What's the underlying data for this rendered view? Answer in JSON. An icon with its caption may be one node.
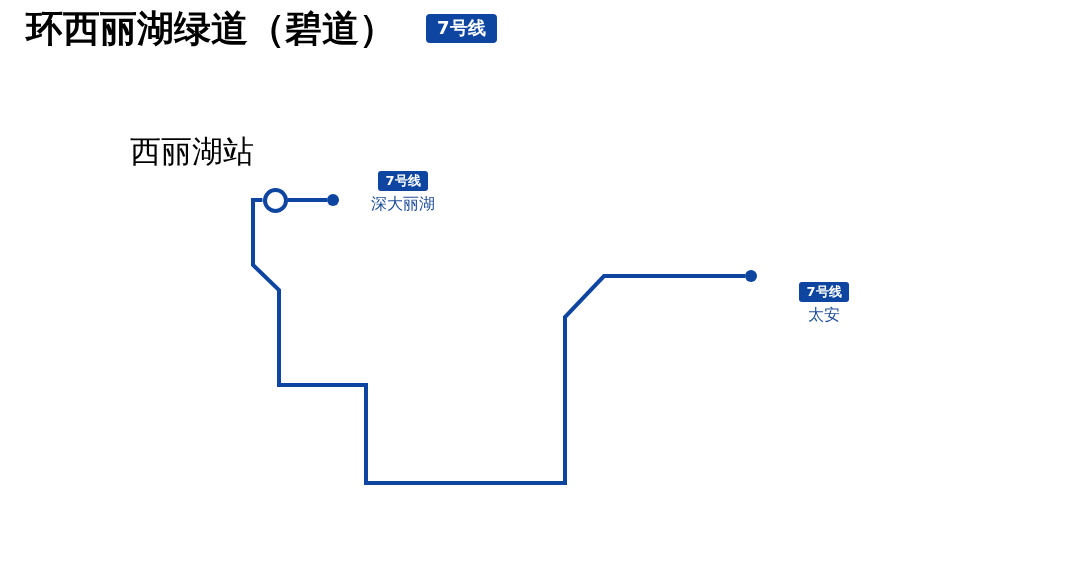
{
  "diagram": {
    "title": "环西丽湖绿道（碧道）",
    "nodes": [
      {
        "text": [],
        "shape": "circle",
        "beside": [
          "西丽湖站"
        ]
      },
      {
        "text": [],
        "shape": "circle",
        "beside": [
          "7号线",
          "深大丽湖"
        ]
      },
      {
        "text": [],
        "shape": "circle",
        "beside": [
          "7号线",
          "太安"
        ]
      }
    ],
    "edges": [
      {
        "from": 0,
        "to": 1,
        "arrow": "none"
      },
      {
        "from": 0,
        "to": 2,
        "arrow": "none"
      }
    ],
    "labels": [
      "7号线"
    ]
  }
}
